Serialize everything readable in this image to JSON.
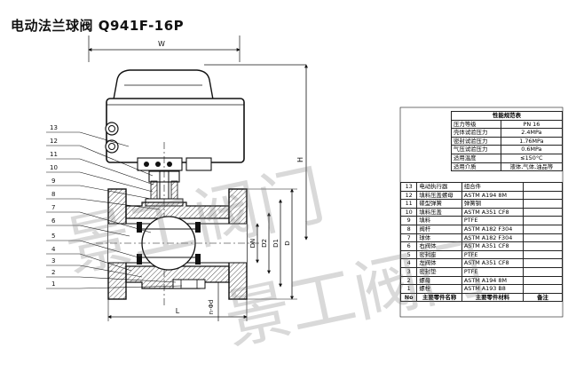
{
  "title": "电动法兰球阀 Q941F-16P",
  "dims": {
    "W": "W",
    "H": "H",
    "L": "L",
    "DN": "DN",
    "D2": "D2",
    "D1": "D1",
    "D": "D",
    "nphi": "n-Φd"
  },
  "balloons": [
    "13",
    "12",
    "11",
    "10",
    "9",
    "8",
    "7",
    "6",
    "5",
    "4",
    "3",
    "2",
    "1"
  ],
  "perf": {
    "caption": "性能规范表",
    "rows": [
      [
        "压力等级",
        "PN 16"
      ],
      [
        "壳体试验压力",
        "2.4MPa"
      ],
      [
        "密封试验压力",
        "1.76MPa"
      ],
      [
        "气压试验压力",
        "0.6MPa"
      ],
      [
        "适用温度",
        "≤150°C"
      ],
      [
        "适用介质",
        "液体,气体,油品等"
      ]
    ]
  },
  "parts": {
    "rows": [
      [
        "13",
        "电动执行器",
        "组合件",
        ""
      ],
      [
        "12",
        "填料压盖螺母",
        "ASTM A194 8M",
        ""
      ],
      [
        "11",
        "碟型弹簧",
        "弹簧钢",
        ""
      ],
      [
        "10",
        "填料压盖",
        "ASTM A351 CF8",
        ""
      ],
      [
        "9",
        "填料",
        "PTFE",
        ""
      ],
      [
        "8",
        "阀杆",
        "ASTM A182 F304",
        ""
      ],
      [
        "7",
        "球体",
        "ASTM A182 F304",
        ""
      ],
      [
        "6",
        "右阀体",
        "ASTM A351 CF8",
        ""
      ],
      [
        "5",
        "密封座",
        "PTFE",
        ""
      ],
      [
        "4",
        "左阀体",
        "ASTM A351 CF8",
        ""
      ],
      [
        "3",
        "密封垫",
        "PTFE",
        ""
      ],
      [
        "2",
        "螺母",
        "ASTM A194 8M",
        ""
      ],
      [
        "1",
        "螺栓",
        "ASTM A193 B8",
        ""
      ]
    ],
    "header": [
      "No",
      "主要零件名称",
      "主要零件材料",
      "备注"
    ]
  },
  "watermark": "景工阀门"
}
